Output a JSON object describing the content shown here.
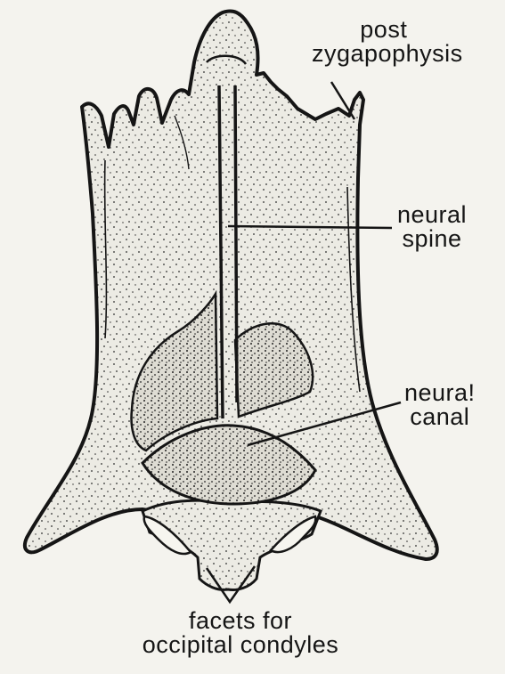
{
  "labels": {
    "post_zygapophysis": [
      "post",
      "zygapophysis"
    ],
    "neural_spine": [
      "neural",
      "spine"
    ],
    "neural_canal": [
      "neura!",
      "canal"
    ],
    "facets": [
      "facets for",
      "occipital condyles"
    ]
  },
  "colors": {
    "paper": "#f4f3ee",
    "ink": "#151515",
    "bone_fill": "#ecebe4"
  }
}
